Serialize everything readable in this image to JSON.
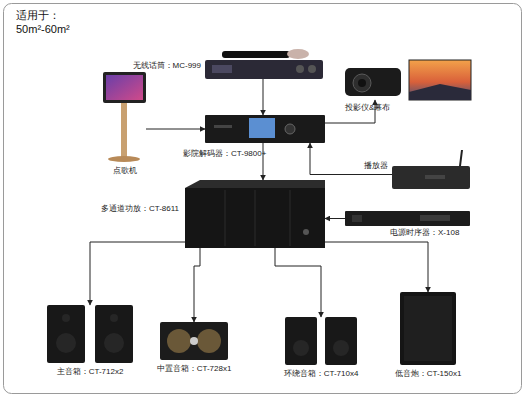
{
  "diagram": {
    "title": "适用于： 50m²-60m²",
    "nodes": [
      {
        "text": [
          "无线话筒：MC-999"
        ]
      },
      {
        "text": [
          "投影仪&幕布"
        ]
      },
      {
        "text": [
          "点歌机"
        ]
      },
      {
        "text": [
          "影院解码器：CT-9800+"
        ]
      },
      {
        "text": [
          "播放器"
        ]
      },
      {
        "text": [
          "多通道功放：CT-8611"
        ]
      },
      {
        "text": [
          "电源时序器：X-108"
        ]
      },
      {
        "text": [
          "主音箱：CT-712x2"
        ]
      },
      {
        "text": [
          "中置音箱：CT-728x1"
        ]
      },
      {
        "text": [
          "环绕音箱：CT-710x4"
        ]
      },
      {
        "text": [
          "低音炮：CT-150x1"
        ]
      }
    ],
    "edges": [
      {
        "from": 0,
        "to": 3,
        "arrow": "to"
      },
      {
        "from": 2,
        "to": 3,
        "arrow": "to"
      },
      {
        "from": 3,
        "to": 1,
        "arrow": "to"
      },
      {
        "from": 4,
        "to": 3,
        "arrow": "to"
      },
      {
        "from": 3,
        "to": 5,
        "arrow": "to"
      },
      {
        "from": 6,
        "to": 5,
        "arrow": "to"
      },
      {
        "from": 5,
        "to": 7,
        "arrow": "to"
      },
      {
        "from": 5,
        "to": 8,
        "arrow": "to"
      },
      {
        "from": 5,
        "to": 9,
        "arrow": "to"
      },
      {
        "from": 5,
        "to": 10,
        "arrow": "to"
      }
    ]
  }
}
